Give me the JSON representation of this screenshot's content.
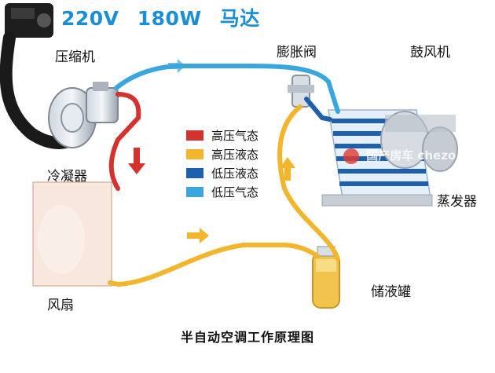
{
  "header": {
    "voltage": "220V",
    "power": "180W",
    "unit": "马达"
  },
  "labels": {
    "compressor": "压缩机",
    "expansion_valve": "膨胀阀",
    "blower": "鼓风机",
    "condenser": "冷凝器",
    "evaporator": "蒸发器",
    "fan": "风扇",
    "receiver_drier": "储液罐"
  },
  "legend": [
    {
      "label": "高压气态",
      "color": "#d5322e"
    },
    {
      "label": "高压液态",
      "color": "#f2b52c"
    },
    {
      "label": "低压液态",
      "color": "#1f5fb0"
    },
    {
      "label": "低压气态",
      "color": "#3aa6e0"
    }
  ],
  "watermark": "国产房车 chezo",
  "caption": "半自动空调工作原理图",
  "colors": {
    "high_pressure_gas": "#d5322e",
    "high_pressure_liquid": "#f2b52c",
    "low_pressure_liquid": "#1f5fb0",
    "low_pressure_gas": "#3aa6e0",
    "header_text": "#1b8fd6"
  }
}
